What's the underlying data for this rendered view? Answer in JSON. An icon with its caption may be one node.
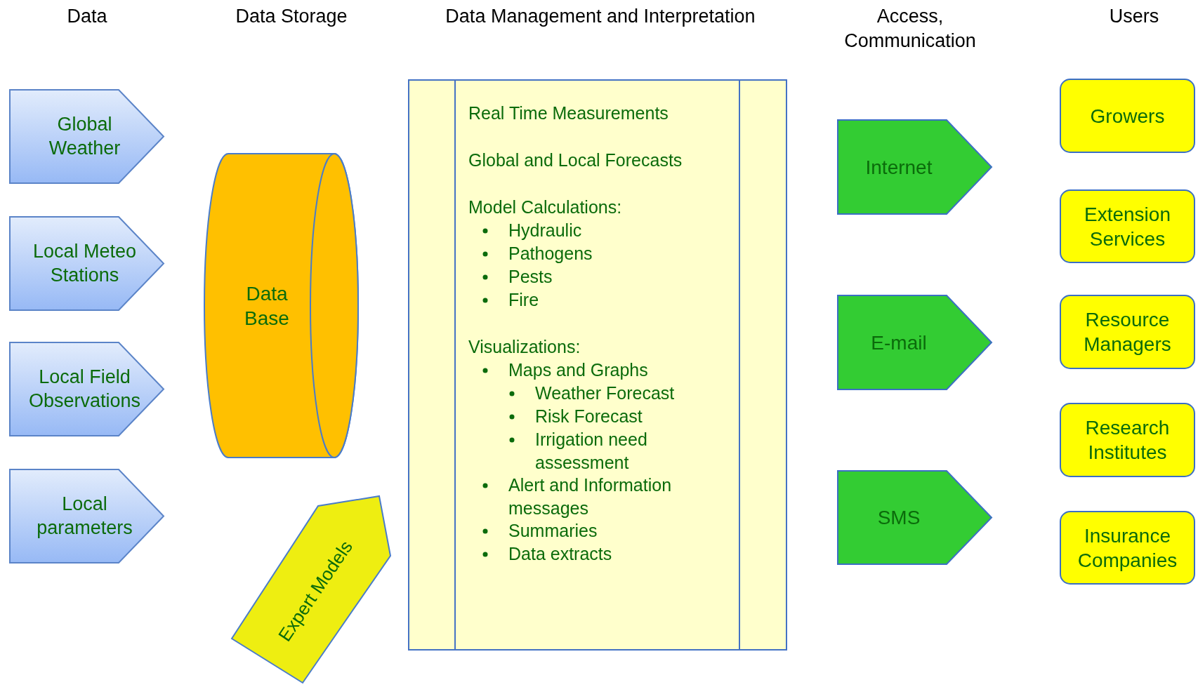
{
  "diagram": {
    "nodes": [
      {
        "text": [
          "Global Weather"
        ]
      },
      {
        "text": [
          "Local Meteo Stations"
        ]
      },
      {
        "text": [
          "Local Field Observations"
        ]
      },
      {
        "text": [
          "Local parameters"
        ]
      },
      {
        "text": [
          "Data Base"
        ]
      },
      {
        "text": [
          "Expert Models"
        ]
      },
      {
        "text": [
          "Real Time Measurements",
          "Global and Local Forecasts",
          "Model Calculations:",
          "Hydraulic",
          "Pathogens",
          "Pests",
          "Fire",
          "Visualizations:",
          "Maps and Graphs",
          "Weather Forecast",
          "Risk Forecast",
          "Irrigation need assessment",
          "Alert and Information messages",
          "Summaries",
          "Data extracts"
        ]
      },
      {
        "text": [
          "Internet"
        ]
      },
      {
        "text": [
          "E-mail"
        ]
      },
      {
        "text": [
          "SMS"
        ]
      },
      {
        "text": [
          "Growers"
        ]
      },
      {
        "text": [
          "Extension Services"
        ]
      },
      {
        "text": [
          "Resource Managers"
        ]
      },
      {
        "text": [
          "Research Institutes"
        ]
      },
      {
        "text": [
          "Insurance Companies"
        ]
      }
    ],
    "edges": [],
    "labels": [
      "Data",
      "Data Storage",
      "Data Management and Interpretation",
      "Access, Communication",
      "Users"
    ]
  }
}
